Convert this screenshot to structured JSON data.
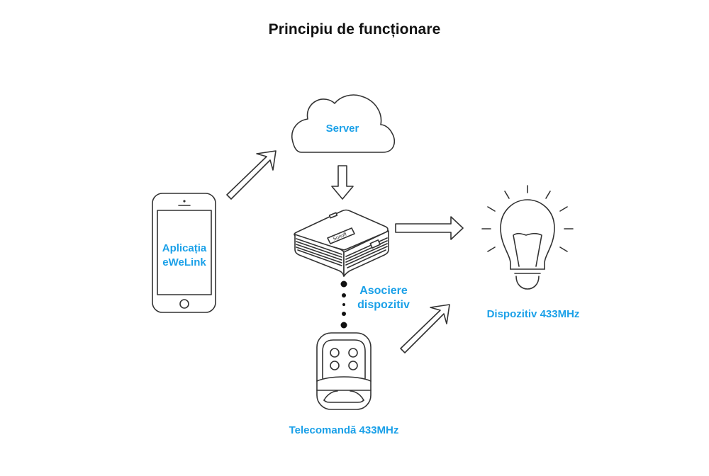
{
  "title": "Principiu de funcționare",
  "colors": {
    "label": "#1aa0e8",
    "title": "#111111",
    "outline": "#333333",
    "background": "#ffffff"
  },
  "nodes": {
    "phone": {
      "label_line1": "Aplicația",
      "label_line2": "eWeLink",
      "icon": "smartphone-icon"
    },
    "server": {
      "label": "Server",
      "icon": "cloud-icon"
    },
    "bridge": {
      "brand_text": "Sonoff",
      "icon": "rf-bridge-device-icon"
    },
    "pairing": {
      "label_line1": "Asociere",
      "label_line2": "dispozitiv"
    },
    "remote": {
      "label": "Telecomandă 433MHz",
      "icon": "remote-control-icon"
    },
    "device": {
      "label": "Dispozitiv 433MHz",
      "icon": "light-bulb-icon"
    }
  },
  "connections": [
    {
      "from": "phone",
      "to": "server",
      "style": "hollow-arrow"
    },
    {
      "from": "server",
      "to": "bridge",
      "style": "hollow-arrow"
    },
    {
      "from": "bridge",
      "to": "device",
      "style": "hollow-arrow"
    },
    {
      "from": "remote",
      "to": "device",
      "style": "hollow-arrow"
    },
    {
      "from": "bridge",
      "to": "remote",
      "style": "dotted-pairing"
    }
  ]
}
